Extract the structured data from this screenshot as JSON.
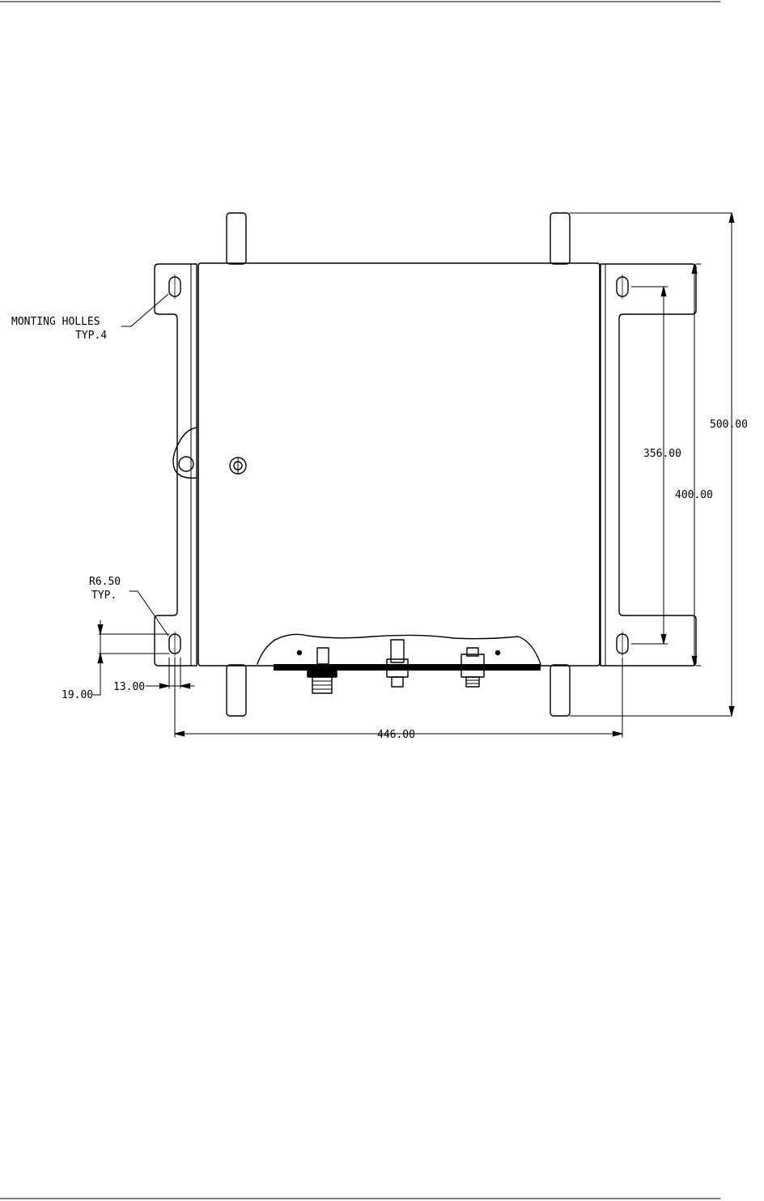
{
  "drawing": {
    "labels": {
      "mounting_holes_line1": "MONTING HOLLES",
      "mounting_holes_line2": "TYP.4",
      "radius_line1": "R6.50",
      "radius_line2": "TYP.",
      "dim_19": "19.00",
      "dim_13": "13.00",
      "dim_446": "446.00",
      "dim_356": "356.00",
      "dim_400": "400.00",
      "dim_500": "500.00"
    },
    "line_color": "#000000",
    "background": "#ffffff"
  }
}
